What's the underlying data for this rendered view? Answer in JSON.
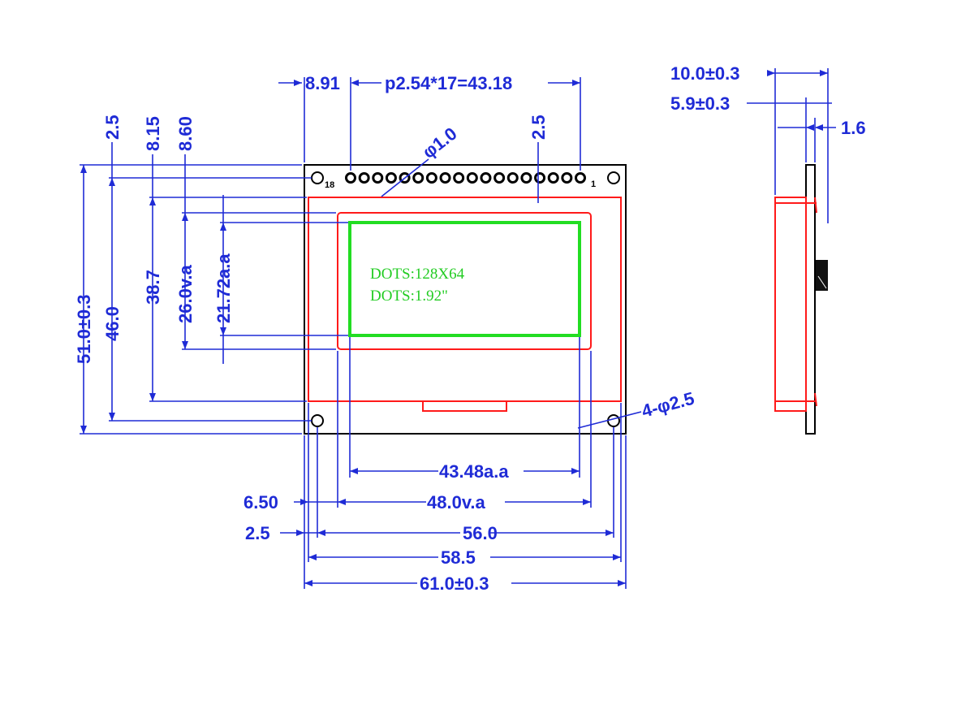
{
  "colors": {
    "dimension": "#1f2bd6",
    "outline": "#000000",
    "bezel": "#ff1a1a",
    "active_area": "#22dd22",
    "background": "#ffffff"
  },
  "screen": {
    "line1": "DOTS:128X64",
    "line2": "DOTS:1.92\""
  },
  "pins": {
    "count": 18,
    "first_label": "18",
    "last_label": "1"
  },
  "dimensions": {
    "top": {
      "pin_offset": "8.91",
      "pin_pitch": "p2.54*17=43.18",
      "pin_hole": "φ1.0",
      "pin_edge": "2.5"
    },
    "left": {
      "d1": "2.5",
      "d2": "8.15",
      "d3": "8.60",
      "outline_height": "51.0±0.3",
      "hole_pitch_v": "46.0",
      "bezel_height": "38.7",
      "view_area_height": "26.0v.a",
      "active_area_height": "21.72a.a"
    },
    "mounting_holes": "4-φ2.5",
    "bottom": {
      "active_area_width": "43.48a.a",
      "left_offset": "6.50",
      "view_area_width": "48.0v.a",
      "hole_offset": "2.5",
      "hole_pitch_h": "56.0",
      "bezel_width": "58.5",
      "outline_width": "61.0±0.3"
    },
    "side": {
      "total_thickness": "10.0±0.3",
      "module_thickness": "5.9±0.3",
      "pcb_thickness": "1.6"
    }
  }
}
